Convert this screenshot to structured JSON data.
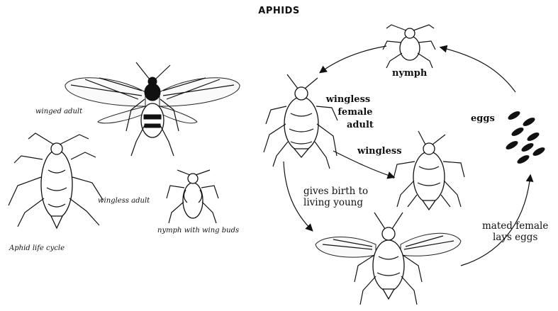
{
  "title": "APHIDS",
  "left_panel": {
    "winged_adult": "winged adult",
    "wingless_adult": "wingless adult",
    "nymph_with_wing_buds": "nymph with wing buds",
    "caption": "Aphid life cycle"
  },
  "cycle": {
    "nymph": "nymph",
    "wingless_female_adult": [
      "wingless",
      "female",
      "adult"
    ],
    "wingless": "wingless",
    "gives_birth": [
      "gives birth to",
      "living young"
    ],
    "mated_female": [
      "mated female",
      "lays eggs"
    ],
    "eggs": "eggs"
  }
}
